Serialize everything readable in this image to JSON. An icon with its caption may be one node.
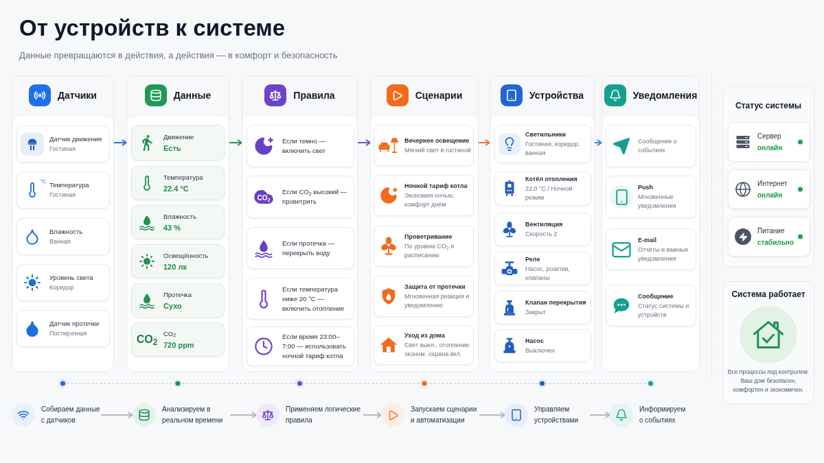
{
  "diagram": {
    "title": "От устройств к системе",
    "nodes": [
      {
        "text": [
          "Датчики"
        ]
      },
      {
        "text": [
          "Датчик движения",
          "Гостиная"
        ],
        "in": 0
      },
      {
        "text": [
          "Температура",
          "Гостиная"
        ],
        "in": 0
      },
      {
        "text": [
          "Влажность",
          "Ванная"
        ],
        "in": 0
      },
      {
        "text": [
          "Уровень света",
          "Коридор"
        ],
        "in": 0
      },
      {
        "text": [
          "Датчик протечки",
          "Постирочная"
        ],
        "in": 0
      },
      {
        "text": [
          "Данные"
        ]
      },
      {
        "text": [
          "Движение",
          "Есть"
        ],
        "in": 6
      },
      {
        "text": [
          "Температура",
          "22.4 °C"
        ],
        "in": 6
      },
      {
        "text": [
          "Влажность",
          "43 %"
        ],
        "in": 6
      },
      {
        "text": [
          "Освещённость",
          "120 лк"
        ],
        "in": 6
      },
      {
        "text": [
          "Протечка",
          "Сухо"
        ],
        "in": 6
      },
      {
        "text": [
          "CO$_{2}$",
          "720 ppm"
        ],
        "in": 6
      },
      {
        "text": [
          "Правила"
        ]
      },
      {
        "text": [
          "Если темно — включить свет"
        ],
        "in": 13
      },
      {
        "text": [
          "Если CO$_{2}$ высокий — проветрить"
        ],
        "in": 13
      },
      {
        "text": [
          "Если протечка — перекрыть воду"
        ],
        "in": 13
      },
      {
        "text": [
          "Если температура ниже 20 °C — включить отопление"
        ],
        "in": 13
      },
      {
        "text": [
          "Если время 23:00–7:00 — использовать ночной тариф котла"
        ],
        "in": 13
      },
      {
        "text": [
          "Сценарии"
        ]
      },
      {
        "text": [
          "Вечернее освещение",
          "Мягкий свет в гостиной"
        ],
        "in": 19
      },
      {
        "text": [
          "Ночной тариф котла",
          "Экономия ночью, комфорт днём"
        ],
        "in": 19
      },
      {
        "text": [
          "Проветривание",
          "По уровню CO$_{2}$ и расписанию"
        ],
        "in": 19
      },
      {
        "text": [
          "Защита от протечки",
          "Мгновенная реакция и уведомление"
        ],
        "in": 19
      },
      {
        "text": [
          "Уход из дома",
          "Свет выкл., отопление эконом, охрана вкл."
        ],
        "in": 19
      },
      {
        "text": [
          "Устройства"
        ]
      },
      {
        "text": [
          "Светильники",
          "Гостиная, коридор, ванная"
        ],
        "in": 25
      },
      {
        "text": [
          "Котёл отопления",
          "22.0 °C / Ночной режим"
        ],
        "in": 25
      },
      {
        "text": [
          "Вентиляция",
          "Скорость 2"
        ],
        "in": 25
      },
      {
        "text": [
          "Реле",
          "Насос, розетки, клапаны"
        ],
        "in": 25
      },
      {
        "text": [
          "Клапан перекрытия",
          "Закрыт"
        ],
        "in": 25
      },
      {
        "text": [
          "Насос",
          "Выключен"
        ],
        "in": 25
      },
      {
        "text": [
          "Уведомления"
        ]
      },
      {
        "text": [
          "Сообщения о событиях"
        ],
        "in": 32
      },
      {
        "text": [
          "Push",
          "Мгновенные уведомления"
        ],
        "in": 32
      },
      {
        "text": [
          "E-mail",
          "Отчёты и важные уведомления"
        ],
        "in": 32
      },
      {
        "text": [
          "Сообщение",
          "Статус системы и устройств"
        ],
        "in": 32
      },
      {
        "text": [
          "Статус системы"
        ]
      },
      {
        "text": [
          "Сервер",
          "онлайн"
        ],
        "in": 37
      },
      {
        "text": [
          "Интернет",
          "онлайн"
        ],
        "in": 37
      },
      {
        "text": [
          "Питание",
          "стабильно"
        ],
        "in": 37
      },
      {
        "text": [
          "Система работает",
          "Все процессы под контролем. Ваш дом безопасен, комфортен и экономичен."
        ]
      },
      {
        "text": [
          "Собираем данные с датчиков"
        ]
      },
      {
        "text": [
          "Анализируем в реальном времени"
        ]
      },
      {
        "text": [
          "Применяем логические правила"
        ]
      },
      {
        "text": [
          "Запускаем сценарии и автоматизации"
        ]
      },
      {
        "text": [
          "Управляем устройствами"
        ]
      },
      {
        "text": [
          "Информируем о событиях"
        ]
      }
    ],
    "edges": [
      {
        "from": 0,
        "to": 6,
        "arrow": "to",
        "color": "#2f6fd8"
      },
      {
        "from": 6,
        "to": 13,
        "arrow": "to",
        "color": "#219653"
      },
      {
        "from": 13,
        "to": 19,
        "arrow": "to",
        "color": "#7b4fd1"
      },
      {
        "from": 19,
        "to": 25,
        "arrow": "to",
        "color": "#f07a2a"
      },
      {
        "from": 25,
        "to": 32,
        "arrow": "to",
        "color": "#2f8be0"
      },
      {
        "from": 42,
        "to": 43,
        "arrow": "to"
      },
      {
        "from": 43,
        "to": 44,
        "arrow": "to"
      },
      {
        "from": 44,
        "to": 45,
        "arrow": "to"
      },
      {
        "from": 45,
        "to": 46,
        "arrow": "to"
      },
      {
        "from": 46,
        "to": 47,
        "arrow": "to"
      }
    ],
    "labels": [
      "Данные превращаются в действия, а действия — в комфорт и безопасность",
      "°C",
      "CO$_{2}$",
      "CO$_{2}$"
    ]
  }
}
